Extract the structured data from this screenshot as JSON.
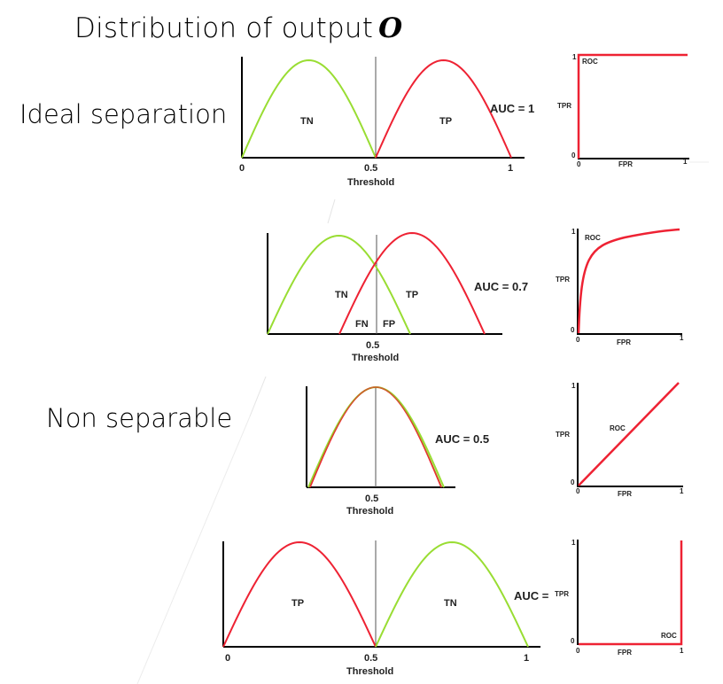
{
  "title": {
    "text": "Distribution of output",
    "variable": "O"
  },
  "labels": {
    "ideal": "Ideal separation",
    "nonseparable": "Non separable"
  },
  "colors": {
    "tn_curve": "#99dd33",
    "tp_curve": "#ee2233",
    "axis": "#000000",
    "threshold_line": "#555555"
  },
  "rows": [
    {
      "id": "ideal",
      "tn_label": "TN",
      "tp_label": "TP",
      "auc_label": "AUC = 1",
      "x_ticks": [
        "0",
        "0.5",
        "1"
      ],
      "threshold_label": "Threshold",
      "roc": {
        "label": "ROC",
        "tpr": "TPR",
        "fpr": "FPR",
        "y_top": "1",
        "y_bottom": "0",
        "x_left": "0",
        "x_right": "1"
      }
    },
    {
      "id": "partial",
      "tn_label": "TN",
      "tp_label": "TP",
      "fn_label": "FN",
      "fp_label": "FP",
      "auc_label": "AUC = 0.7",
      "x_ticks": [
        "0.5"
      ],
      "threshold_label": "Threshold",
      "roc": {
        "label": "ROC",
        "tpr": "TPR",
        "fpr": "FPR",
        "y_top": "1",
        "y_bottom": "0",
        "x_left": "0",
        "x_right": "1"
      }
    },
    {
      "id": "nonseparable",
      "auc_label": "AUC = 0.5",
      "x_ticks": [
        "0.5"
      ],
      "threshold_label": "Threshold",
      "roc": {
        "label": "ROC",
        "tpr": "TPR",
        "fpr": "FPR",
        "y_top": "1",
        "y_bottom": "0",
        "x_left": "0",
        "x_right": "1"
      }
    },
    {
      "id": "inverted",
      "tn_label": "TN",
      "tp_label": "TP",
      "auc_label": "AUC =",
      "x_ticks": [
        "0",
        "0.5",
        "1"
      ],
      "threshold_label": "Threshold",
      "roc": {
        "label": "ROC",
        "tpr": "TPR",
        "fpr": "FPR",
        "y_top": "1",
        "y_bottom": "0",
        "x_left": "0",
        "x_right": "1"
      }
    }
  ]
}
